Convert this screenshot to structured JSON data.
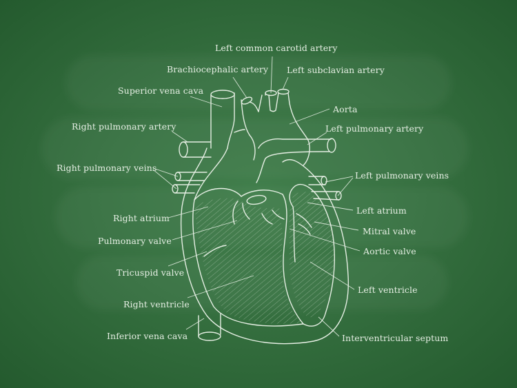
{
  "labels": {
    "left_common_carotid_artery": "Left common carotid artery",
    "brachiocephalic_artery": "Brachiocephalic artery",
    "left_subclavian_artery": "Left subclavian artery",
    "superior_vena_cava": "Superior vena cava",
    "aorta": "Aorta",
    "right_pulmonary_artery": "Right pulmonary artery",
    "left_pulmonary_artery": "Left pulmonary artery",
    "right_pulmonary_veins": "Right pulmonary veins",
    "left_pulmonary_veins": "Left pulmonary veins",
    "left_atrium": "Left atrium",
    "right_atrium": "Right atrium",
    "mitral_valve": "Mitral valve",
    "pulmonary_valve": "Pulmonary valve",
    "aortic_valve": "Aortic valve",
    "tricuspid_valve": "Tricuspid valve",
    "left_ventricle": "Left ventricle",
    "right_ventricle": "Right ventricle",
    "inferior_vena_cava": "Inferior vena cava",
    "interventricular_septum": "Interventricular septum"
  },
  "colors": {
    "board": "#2f6b3a",
    "chalk": "#e6efe4"
  }
}
